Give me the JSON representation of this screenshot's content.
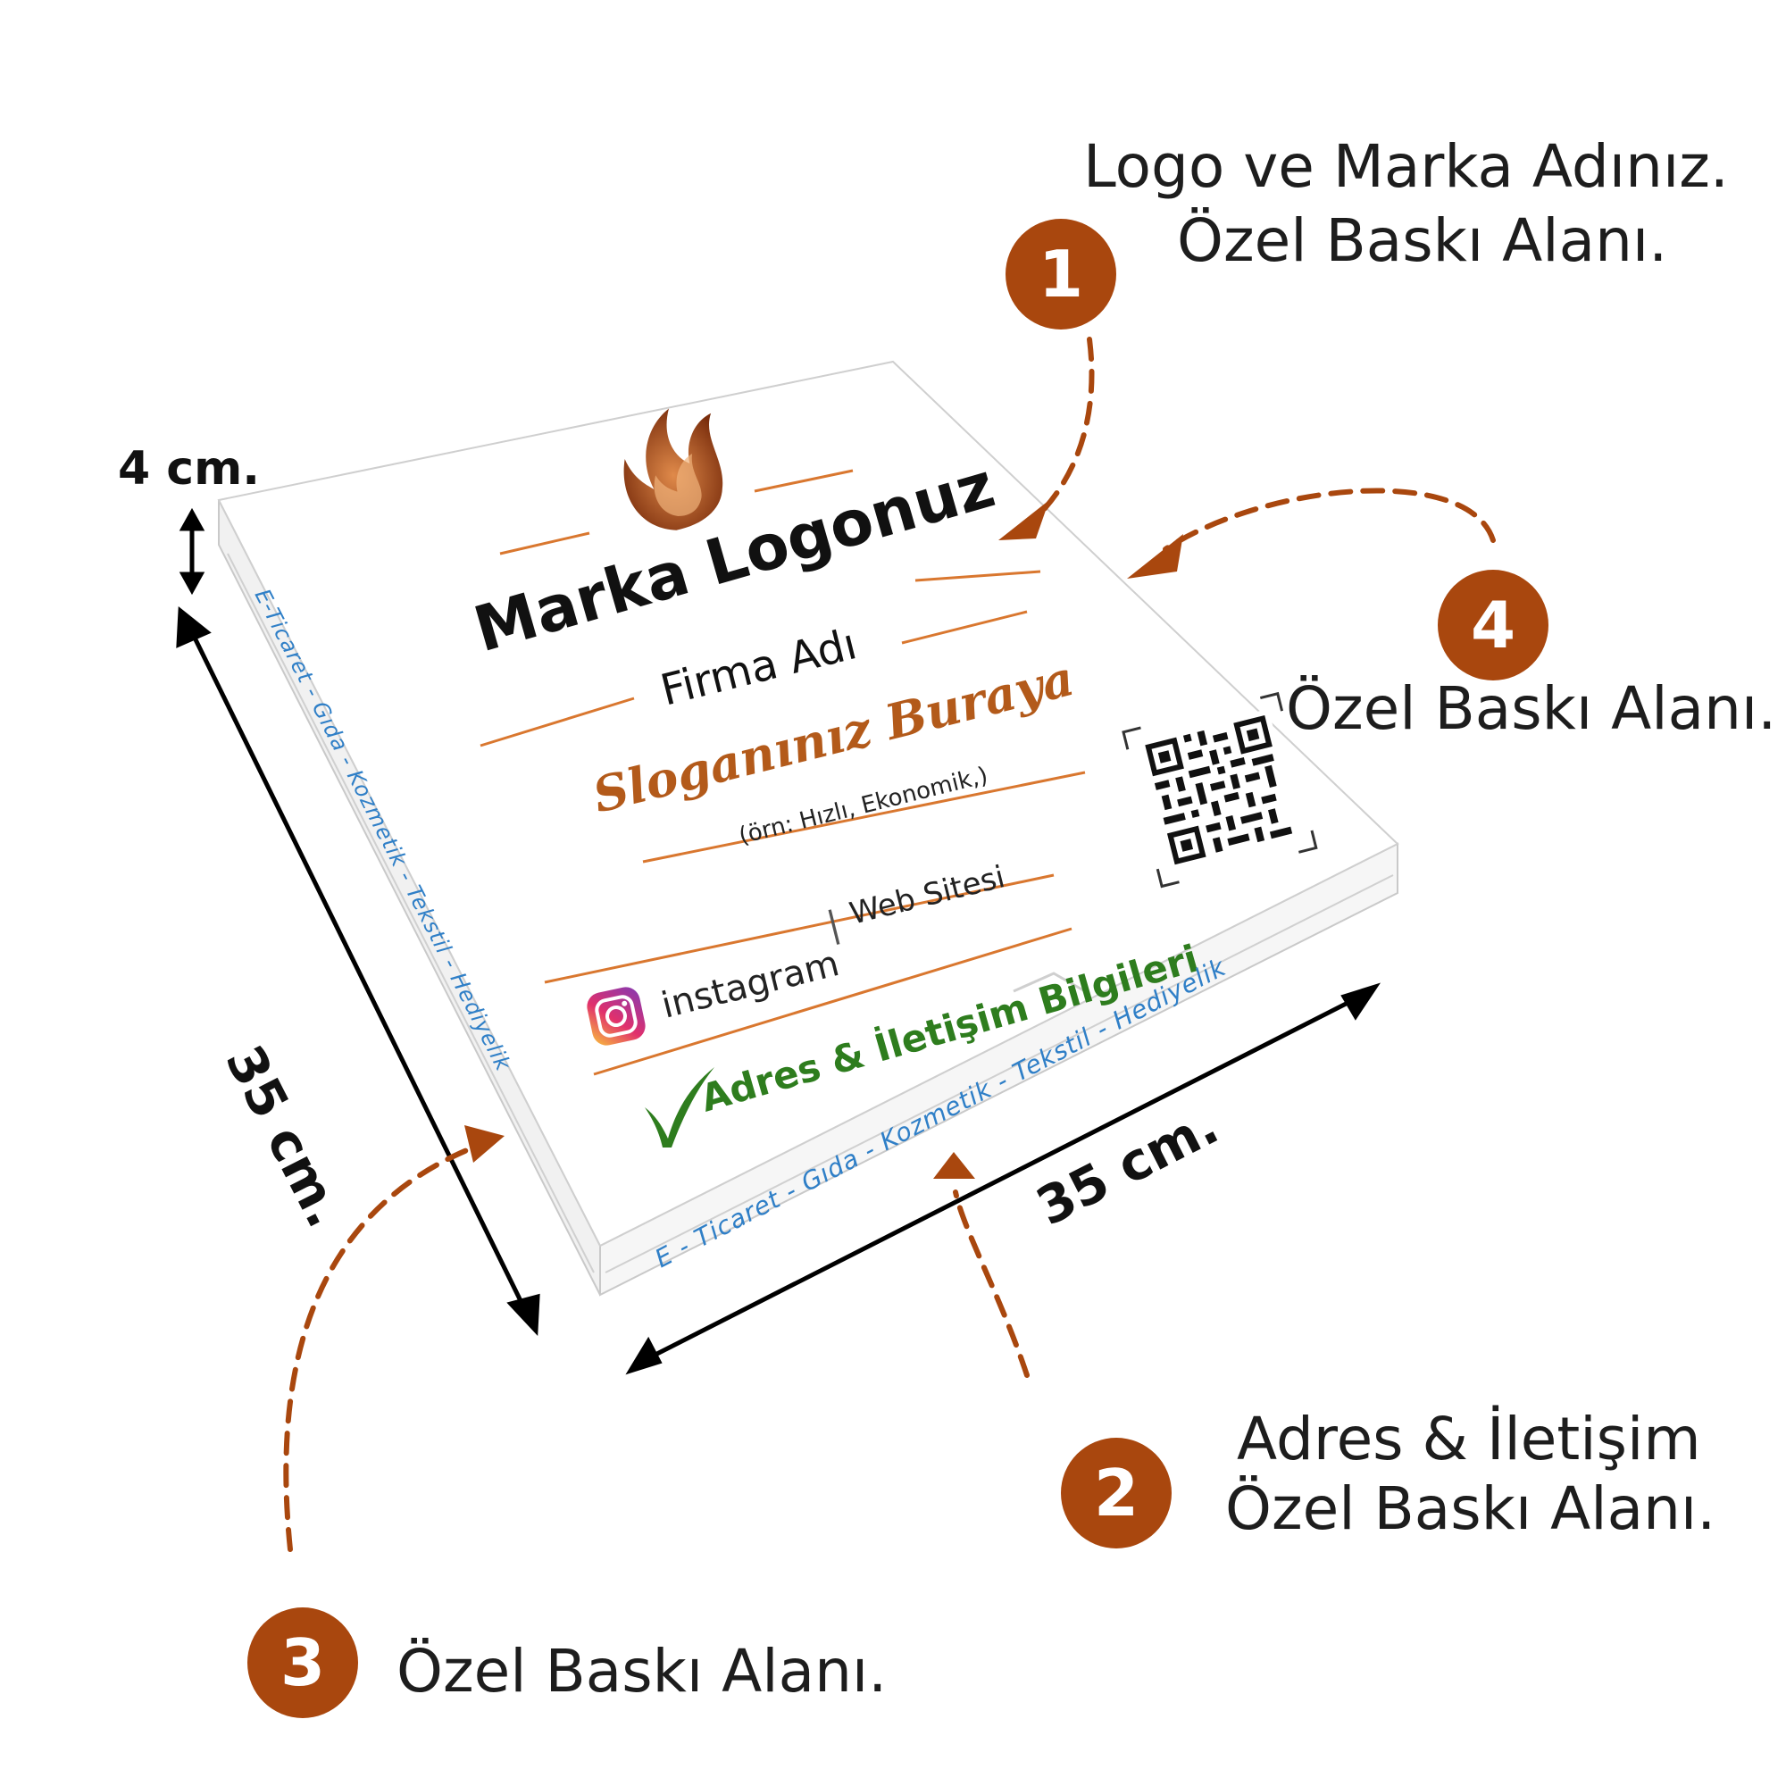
{
  "callouts": [
    {
      "number": "1",
      "lines": [
        "Logo ve Marka Adınız.",
        "Özel Baskı Alanı."
      ]
    },
    {
      "number": "2",
      "lines": [
        "Adres & İletişim",
        "Özel Baskı Alanı."
      ]
    },
    {
      "number": "3",
      "lines": [
        "Özel Baskı Alanı."
      ]
    },
    {
      "number": "4",
      "lines": [
        "Özel Baskı Alanı."
      ]
    }
  ],
  "dimensions": {
    "height": "4 cm.",
    "depth": "35 cm.",
    "width": "35 cm."
  },
  "box": {
    "brand_logo": "Marka Logonuz",
    "company_name": "Firma Adı",
    "slogan": "Sloganınız Buraya",
    "slogan_example": "(örn: Hızlı, Ekonomik,)",
    "web": "Web Sitesi",
    "instagram": "instagram",
    "separator": "|",
    "address": "Adres & İletişim Bilgileri",
    "side_text": "E - Ticaret  -  Gıda  -  Kozmetik  -  Tekstil  -  Hediyelik",
    "left_side_text": "E-Ticaret  -  Gıda  -  Kozmetik  -  Tekstil  -  Hediyelik"
  },
  "colors": {
    "accent": "#a9470e",
    "slogan": "#b35a1a",
    "address_green": "#2e7d1e",
    "side_blue": "#2f7fc7",
    "rule_orange": "#d9772f"
  }
}
